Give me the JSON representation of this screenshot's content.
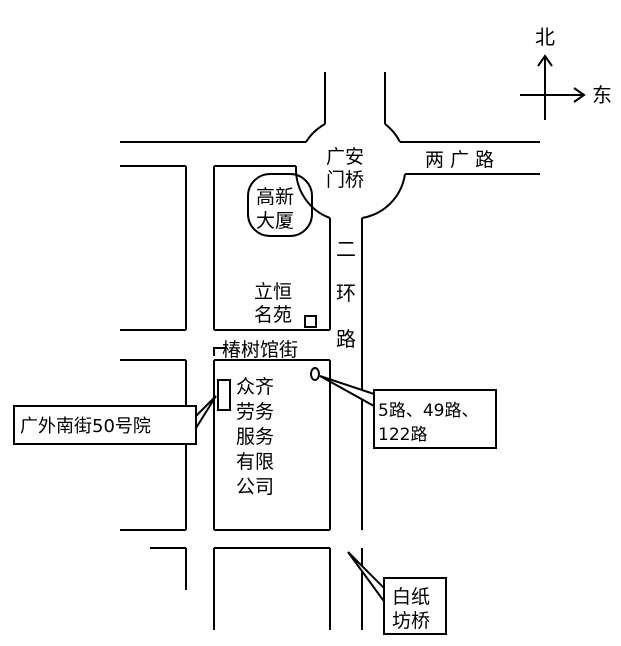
{
  "compass": {
    "north": "北",
    "east": "东"
  },
  "roads": {
    "guanganmen_bridge": [
      "广安",
      "门桥"
    ],
    "liangguang_road": "两 广 路",
    "second_ring": [
      "二",
      "环",
      "路"
    ],
    "chunshuguan_street": "椿树馆街",
    "baizhifang_bridge": [
      "白纸",
      "坊桥"
    ]
  },
  "buildings": {
    "gaoxin_tower": [
      "高新",
      "大厦"
    ],
    "liheng_mingyuan": [
      "立恒",
      "名苑"
    ],
    "zhongqi_company": [
      "众齐",
      "劳务",
      "服务",
      "有限",
      "公司"
    ]
  },
  "callouts": {
    "address": "广外南街50号院",
    "bus_routes": [
      "5路、49路、",
      "122路"
    ]
  },
  "colors": {
    "ink": "#000000",
    "paper": "#ffffff"
  }
}
